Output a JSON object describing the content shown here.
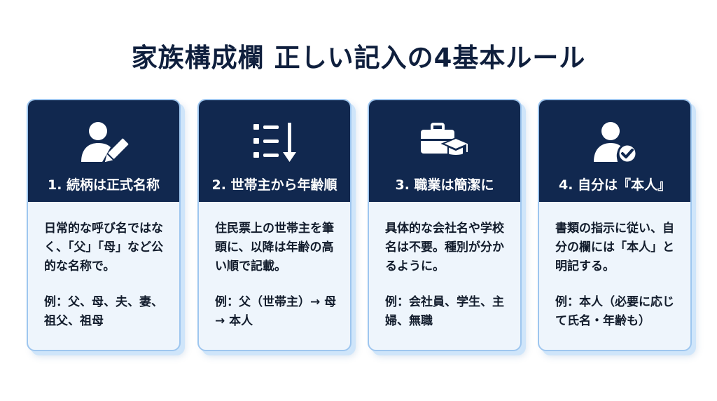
{
  "title": "家族構成欄 正しい記入の4基本ルール",
  "colors": {
    "header_navy": "#11284f",
    "card_body": "#eef5fc",
    "card_border": "#9ec6ef",
    "title_text": "#0f1f3d"
  },
  "cards": [
    {
      "icon": "person-pencil-icon",
      "heading": "1. 続柄は正式名称",
      "description": "日常的な呼び名ではなく、「父」「母」など公的な名称で。",
      "example": "例：父、母、夫、妻、祖父、祖母"
    },
    {
      "icon": "ordered-list-arrow-icon",
      "heading": "2. 世帯主から年齢順",
      "description": "住民票上の世帯主を筆頭に、以降は年齢の高い順で記載。",
      "example": "例：父（世帯主）→ 母 → 本人"
    },
    {
      "icon": "briefcase-graduation-cap-icon",
      "heading": "3. 職業は簡潔に",
      "description": "具体的な会社名や学校名は不要。種別が分かるように。",
      "example": "例：会社員、学生、主婦、無職"
    },
    {
      "icon": "person-check-icon",
      "heading": "4. 自分は『本人』",
      "description": "書類の指示に従い、自分の欄には「本人」と明記する。",
      "example": "例：本人（必要に応じて氏名・年齢も）"
    }
  ]
}
